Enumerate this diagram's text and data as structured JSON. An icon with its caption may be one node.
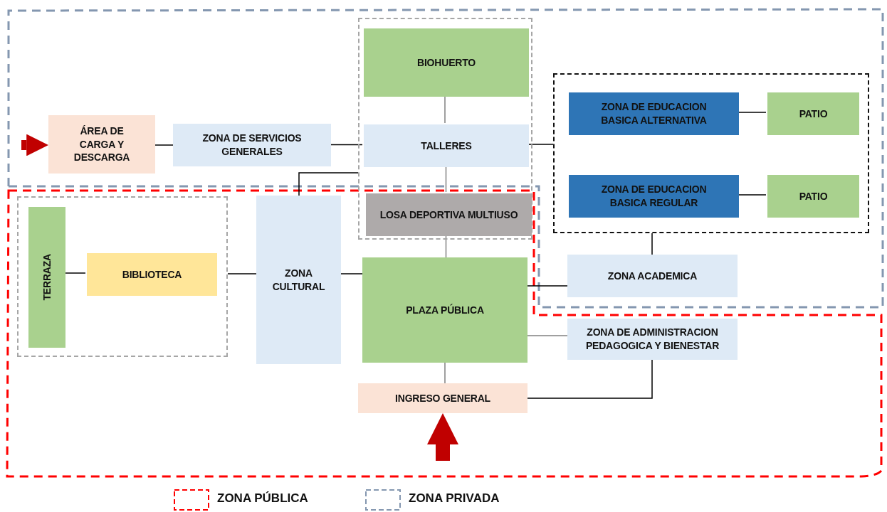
{
  "diagram": {
    "nodes": [
      {
        "text": [
          "ÁREA DE CARGA Y DESCARGA"
        ]
      },
      {
        "text": [
          "ZONA DE SERVICIOS GENERALES"
        ]
      },
      {
        "text": [],
        "shape": "box"
      },
      {
        "text": [
          "BIOHUERTO"
        ],
        "in": 2
      },
      {
        "text": [
          "TALLERES"
        ],
        "in": 2
      },
      {
        "text": [
          "LOSA DEPORTIVA MULTIUSO"
        ],
        "in": 2
      },
      {
        "text": [],
        "shape": "box"
      },
      {
        "text": [
          "ZONA DE EDUCACION BASICA ALTERNATIVA"
        ],
        "in": 6
      },
      {
        "text": [
          "PATIO"
        ],
        "in": 6
      },
      {
        "text": [
          "ZONA DE EDUCACION BASICA REGULAR"
        ],
        "in": 6
      },
      {
        "text": [
          "PATIO"
        ],
        "in": 6
      },
      {
        "text": [],
        "shape": "box"
      },
      {
        "text": [
          "TERRAZA"
        ],
        "in": 11
      },
      {
        "text": [
          "BIBLIOTECA"
        ],
        "in": 11
      },
      {
        "text": [
          "ZONA CULTURAL"
        ]
      },
      {
        "text": [
          "PLAZA PÚBLICA"
        ]
      },
      {
        "text": [
          "ZONA ACADEMICA"
        ]
      },
      {
        "text": [
          "ZONA DE ADMINISTRACION PEDAGOGICA Y BIENESTAR"
        ]
      },
      {
        "text": [
          "INGRESO GENERAL"
        ]
      }
    ],
    "edges": [
      {
        "from": null,
        "to": 0,
        "arrow": "to",
        "style": "thick",
        "color": "#c00000"
      },
      {
        "from": null,
        "to": 18,
        "arrow": "to",
        "style": "thick",
        "color": "#c00000"
      },
      {
        "from": 0,
        "to": 1,
        "arrow": "none"
      },
      {
        "from": 1,
        "to": 4,
        "arrow": "none"
      },
      {
        "from": 3,
        "to": 4,
        "arrow": "none",
        "color": "#808080"
      },
      {
        "from": 4,
        "to": 5,
        "arrow": "none",
        "color": "#808080"
      },
      {
        "from": 5,
        "to": 15,
        "arrow": "none",
        "color": "#808080"
      },
      {
        "from": 2,
        "to": 14,
        "arrow": "none"
      },
      {
        "from": 4,
        "to": 6,
        "arrow": "none"
      },
      {
        "from": 7,
        "to": 8,
        "arrow": "none"
      },
      {
        "from": 9,
        "to": 10,
        "arrow": "none"
      },
      {
        "from": 6,
        "to": 16,
        "arrow": "none"
      },
      {
        "from": 12,
        "to": 13,
        "arrow": "none"
      },
      {
        "from": 11,
        "to": 14,
        "arrow": "none"
      },
      {
        "from": 14,
        "to": 15,
        "arrow": "none"
      },
      {
        "from": 15,
        "to": 16,
        "arrow": "none"
      },
      {
        "from": 15,
        "to": 17,
        "arrow": "none",
        "color": "#808080"
      },
      {
        "from": 15,
        "to": 18,
        "arrow": "none",
        "color": "#808080"
      },
      {
        "from": 18,
        "to": 17,
        "arrow": "none"
      }
    ],
    "legend": [
      {
        "text": "ZONA PÚBLICA"
      },
      {
        "text": "ZONA PRIVADA"
      }
    ]
  }
}
